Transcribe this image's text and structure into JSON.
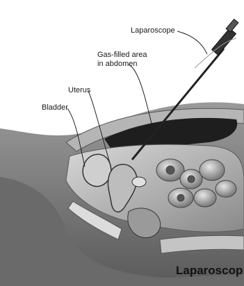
{
  "labels": {
    "laparoscope": "Laparoscope",
    "gas_line1": "Gas-filled area",
    "gas_line2": "in abdomen",
    "uterus": "Uterus",
    "bladder": "Bladder"
  },
  "caption": "Laparoscop",
  "colors": {
    "tissue_dark": "#4a4a4a",
    "tissue_mid": "#8c8c8c",
    "tissue_light": "#c9c9c9",
    "cavity": "#1e1e1e",
    "background": "#ffffff"
  },
  "icons": {
    "instrument": "laparoscope-instrument"
  }
}
